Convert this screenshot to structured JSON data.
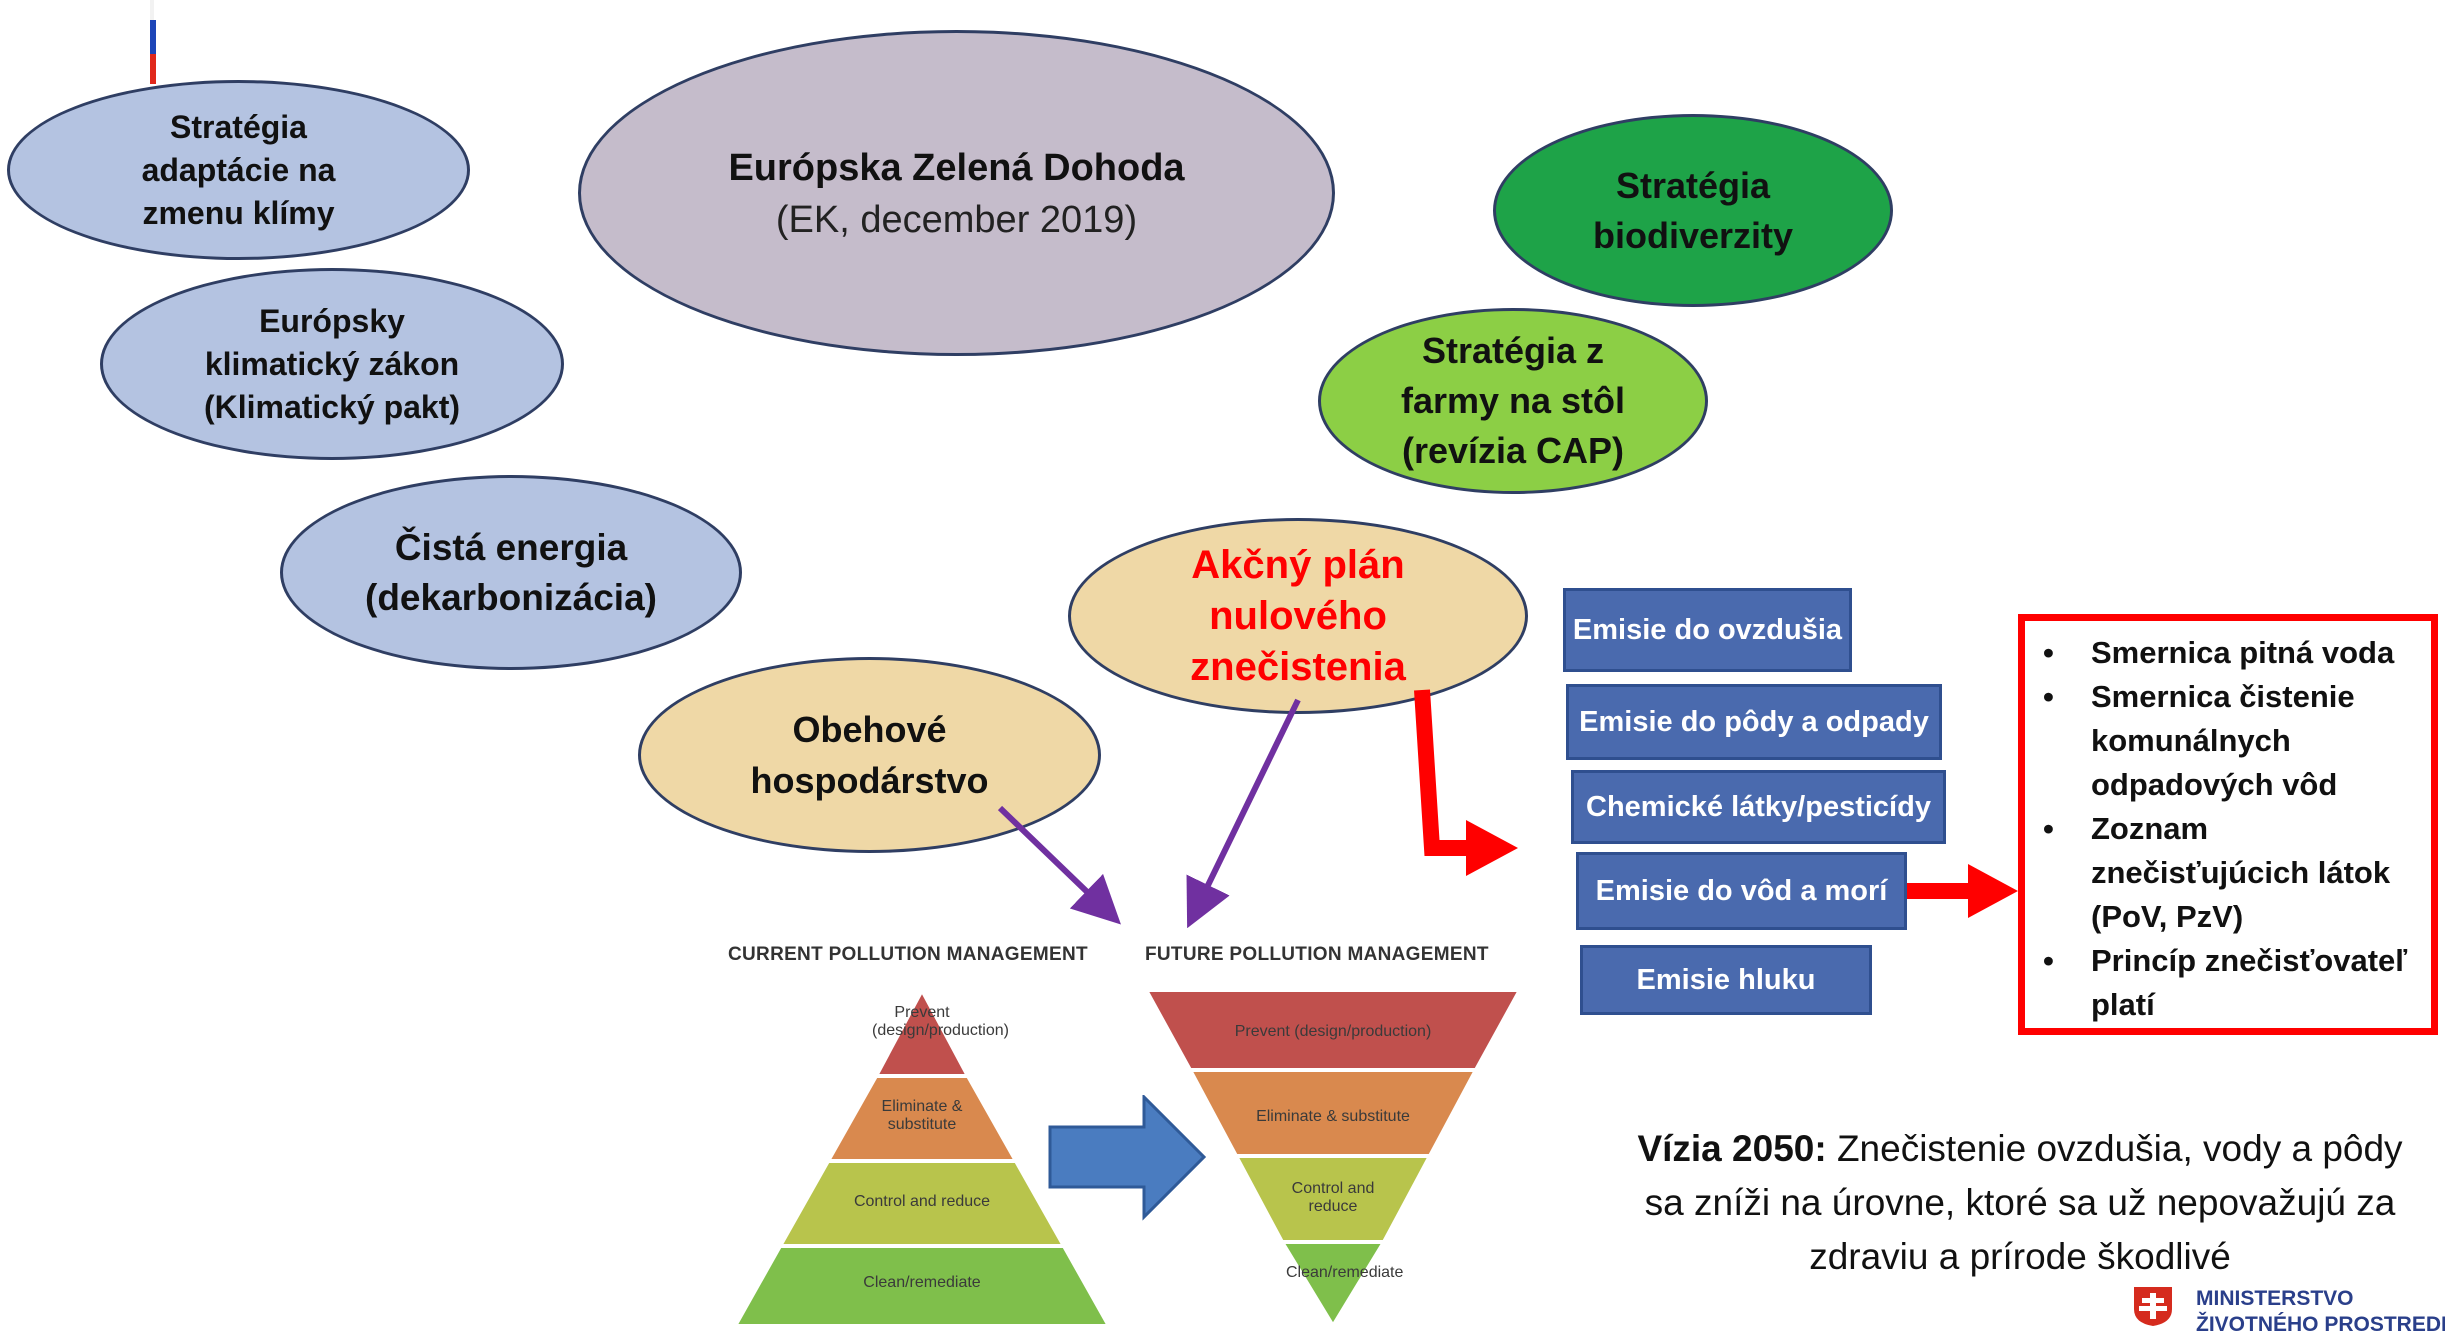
{
  "ellipses": {
    "adaptation": "Stratégia adaptácie na zmenu klímy",
    "green_deal_title": "Európska Zelená Dohoda",
    "green_deal_sub": "(EK, december 2019)",
    "biodiversity": "Stratégia biodiverzity",
    "climate_law_1": "Európsky klimatický zákon",
    "climate_law_2": "(Klimatický pakt)",
    "farm_to_fork_1": "Stratégia z farmy na stôl",
    "farm_to_fork_2": "(revízia CAP)",
    "clean_energy_1": "Čistá energia",
    "clean_energy_2": "(dekarbonizácia)",
    "zero_pollution": "Akčný plán nulového znečistenia",
    "circular": "Obehové hospodárstvo"
  },
  "emission_boxes": [
    "Emisie do ovzdušia",
    "Emisie do pôdy a odpady",
    "Chemické látky/pesticídy",
    "Emisie do vôd a morí",
    "Emisie hluku"
  ],
  "red_list": [
    "Smernica pitná voda",
    "Smernica čistenie komunálnych odpadových vôd",
    "Zoznam znečisťujúcich látok (PoV, PzV)",
    "Princíp znečisťovateľ platí"
  ],
  "bullet_char": "•",
  "pyramid_current": {
    "title": "CURRENT POLLUTION MANAGEMENT",
    "levels": [
      "Prevent (design/production)",
      "Eliminate & substitute",
      "Control and reduce",
      "Clean/remediate"
    ]
  },
  "pyramid_future": {
    "title": "FUTURE POLLUTION MANAGEMENT",
    "levels": [
      "Prevent (design/production)",
      "Eliminate & substitute",
      "Control and reduce",
      "Clean/remediate"
    ]
  },
  "vision": {
    "bold": "Vízia 2050:",
    "text1": "Znečistenie ovzdušia, vody a pôdy",
    "text2": "sa zníži na úrovne, ktoré sa už nepovažujú za",
    "text3": "zdraviu a prírode škodlivé"
  },
  "logo": {
    "line1": "MINISTERSTVO",
    "line2": "ŽIVOTNÉHO PROSTREDIA"
  },
  "colors": {
    "ellipse_blue": "#b4c3e1",
    "ellipse_gray": "#c5bccb",
    "ellipse_dark_green": "#1ea348",
    "ellipse_light_green": "#8ccf45",
    "ellipse_tan": "#efd8a6",
    "box_blue": "#4a6aae",
    "highlight_red": "#ff0000",
    "arrow_purple": "#7030a0"
  }
}
